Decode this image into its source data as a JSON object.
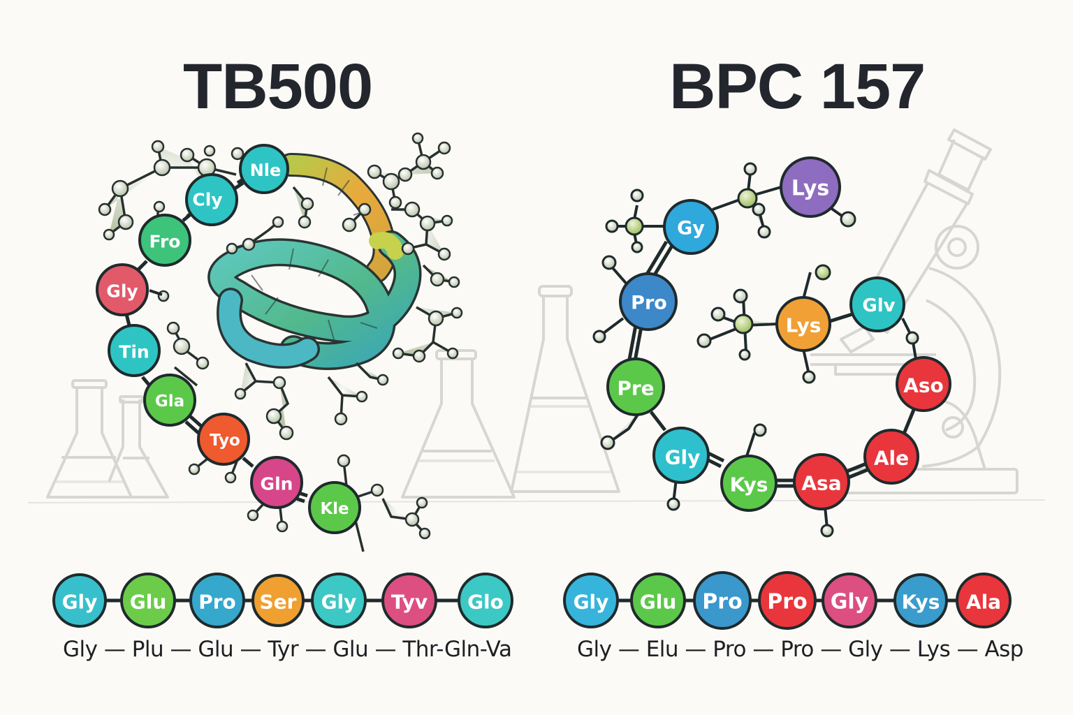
{
  "panels": {
    "left": {
      "title": "TB500",
      "structure_nodes": [
        {
          "label": "Nle",
          "color": "#2ec4c4"
        },
        {
          "label": "Cly",
          "color": "#2ec4c4"
        },
        {
          "label": "Fro",
          "color": "#3dc37a"
        },
        {
          "label": "Gly",
          "color": "#e25a6a"
        },
        {
          "label": "Tin",
          "color": "#2ec4c4"
        },
        {
          "label": "Gla",
          "color": "#5cc84a"
        },
        {
          "label": "Tyo",
          "color": "#ef5a2e"
        },
        {
          "label": "Gln",
          "color": "#d8468a"
        },
        {
          "label": "Kle",
          "color": "#5cc84a"
        }
      ],
      "chain": [
        {
          "label": "Gly",
          "color": "#37c0cc"
        },
        {
          "label": "Glu",
          "color": "#6ccc4a"
        },
        {
          "label": "Pro",
          "color": "#35a8cc"
        },
        {
          "label": "Ser",
          "color": "#f0a030"
        },
        {
          "label": "Gly",
          "color": "#3cc8c4"
        },
        {
          "label": "Tyv",
          "color": "#dc4f80"
        },
        {
          "label": "Glo",
          "color": "#3cc8c4"
        }
      ],
      "sequence": [
        "Gly",
        "Plu",
        "Glu",
        "Tyr",
        "Glu",
        "Thr-Gln-Va"
      ]
    },
    "right": {
      "title": "BPC 157",
      "structure_nodes": [
        {
          "label": "Lys",
          "color": "#8e6cc0"
        },
        {
          "label": "Gy",
          "color": "#2fa8dc"
        },
        {
          "label": "Pro",
          "color": "#3d88c8"
        },
        {
          "label": "Lys",
          "color": "#f0a035"
        },
        {
          "label": "Glv",
          "color": "#2ec4c4"
        },
        {
          "label": "Pre",
          "color": "#5cc84a"
        },
        {
          "label": "Aso",
          "color": "#e8363c"
        },
        {
          "label": "Gly",
          "color": "#2ec0cc"
        },
        {
          "label": "Kys",
          "color": "#5cc84a"
        },
        {
          "label": "Asa",
          "color": "#e8363c"
        },
        {
          "label": "Ale",
          "color": "#e8363c"
        }
      ],
      "chain": [
        {
          "label": "Gly",
          "color": "#37b4dc"
        },
        {
          "label": "Glu",
          "color": "#5cc84a"
        },
        {
          "label": "Pro",
          "color": "#3a98cc"
        },
        {
          "label": "Pro",
          "color": "#e8363c"
        },
        {
          "label": "Gly",
          "color": "#dc4f80"
        },
        {
          "label": "Kys",
          "color": "#3a9ccc"
        },
        {
          "label": "Ala",
          "color": "#e8363c"
        }
      ],
      "sequence": [
        "Gly",
        "Elu",
        "Pro",
        "Pro",
        "Gly",
        "Lys",
        "Asp"
      ]
    }
  },
  "colors": {
    "background": "#fbfaf6",
    "ink": "#23262d",
    "bond": "#1f2a2c",
    "atom": "#dfe6d2",
    "glassware": "#d9d9d6",
    "helix_teal": "#3fb8a8",
    "helix_gold": "#e4a83a"
  }
}
